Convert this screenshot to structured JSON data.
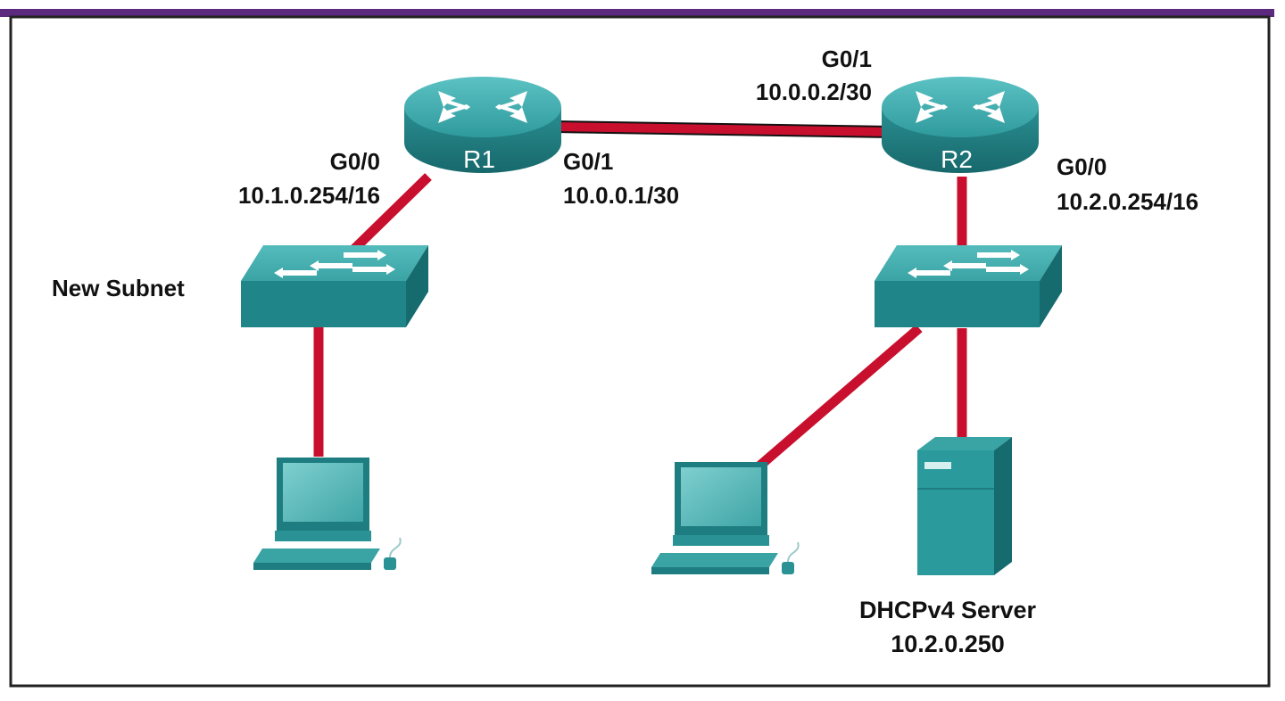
{
  "colors": {
    "accent_bar": "#5b2a7e",
    "link": "#c8102e",
    "device_top": "#3aa6a6",
    "device_side": "#1e7d80",
    "device_dark": "#156466"
  },
  "routers": [
    {
      "name": "R1",
      "icon": "router-icon"
    },
    {
      "name": "R2",
      "icon": "router-icon"
    }
  ],
  "switches": [
    {
      "id": "left",
      "icon": "switch-icon"
    },
    {
      "id": "right",
      "icon": "switch-icon"
    }
  ],
  "hosts": [
    {
      "id": "pc-left",
      "icon": "pc-icon"
    },
    {
      "id": "pc-right",
      "icon": "pc-icon"
    }
  ],
  "server": {
    "icon": "server-icon",
    "name": "DHCPv4 Server",
    "ip": "10.2.0.250"
  },
  "interfaces": {
    "r1_g0_0": {
      "port": "G0/0",
      "ip": "10.1.0.254/16"
    },
    "r1_g0_1": {
      "port": "G0/1",
      "ip": "10.0.0.1/30"
    },
    "r2_g0_1": {
      "port": "G0/1",
      "ip": "10.0.0.2/30"
    },
    "r2_g0_0": {
      "port": "G0/0",
      "ip": "10.2.0.254/16"
    }
  },
  "subnet_label": "New Subnet"
}
